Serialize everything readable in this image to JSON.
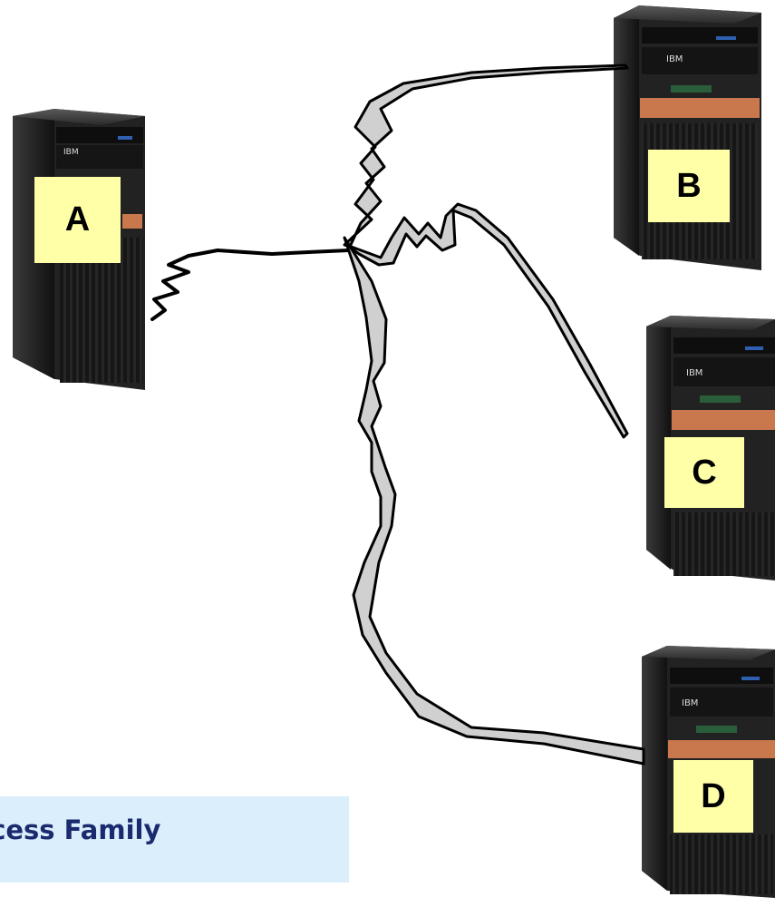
{
  "servers": [
    {
      "id": "a",
      "label": "A",
      "brand": "IBM"
    },
    {
      "id": "b",
      "label": "B",
      "brand": "IBM"
    },
    {
      "id": "c",
      "label": "C",
      "brand": "IBM"
    },
    {
      "id": "d",
      "label": "D",
      "brand": "IBM"
    }
  ],
  "caption": {
    "text": "ccess Family"
  },
  "colors": {
    "label_fill": "#ffffa8",
    "caption_fill": "#dbeefb",
    "caption_text": "#1a2a6e",
    "server_body": "#1c1c1c",
    "accent_copper": "#c8784c",
    "cable_fill": "#d0d0d0"
  }
}
